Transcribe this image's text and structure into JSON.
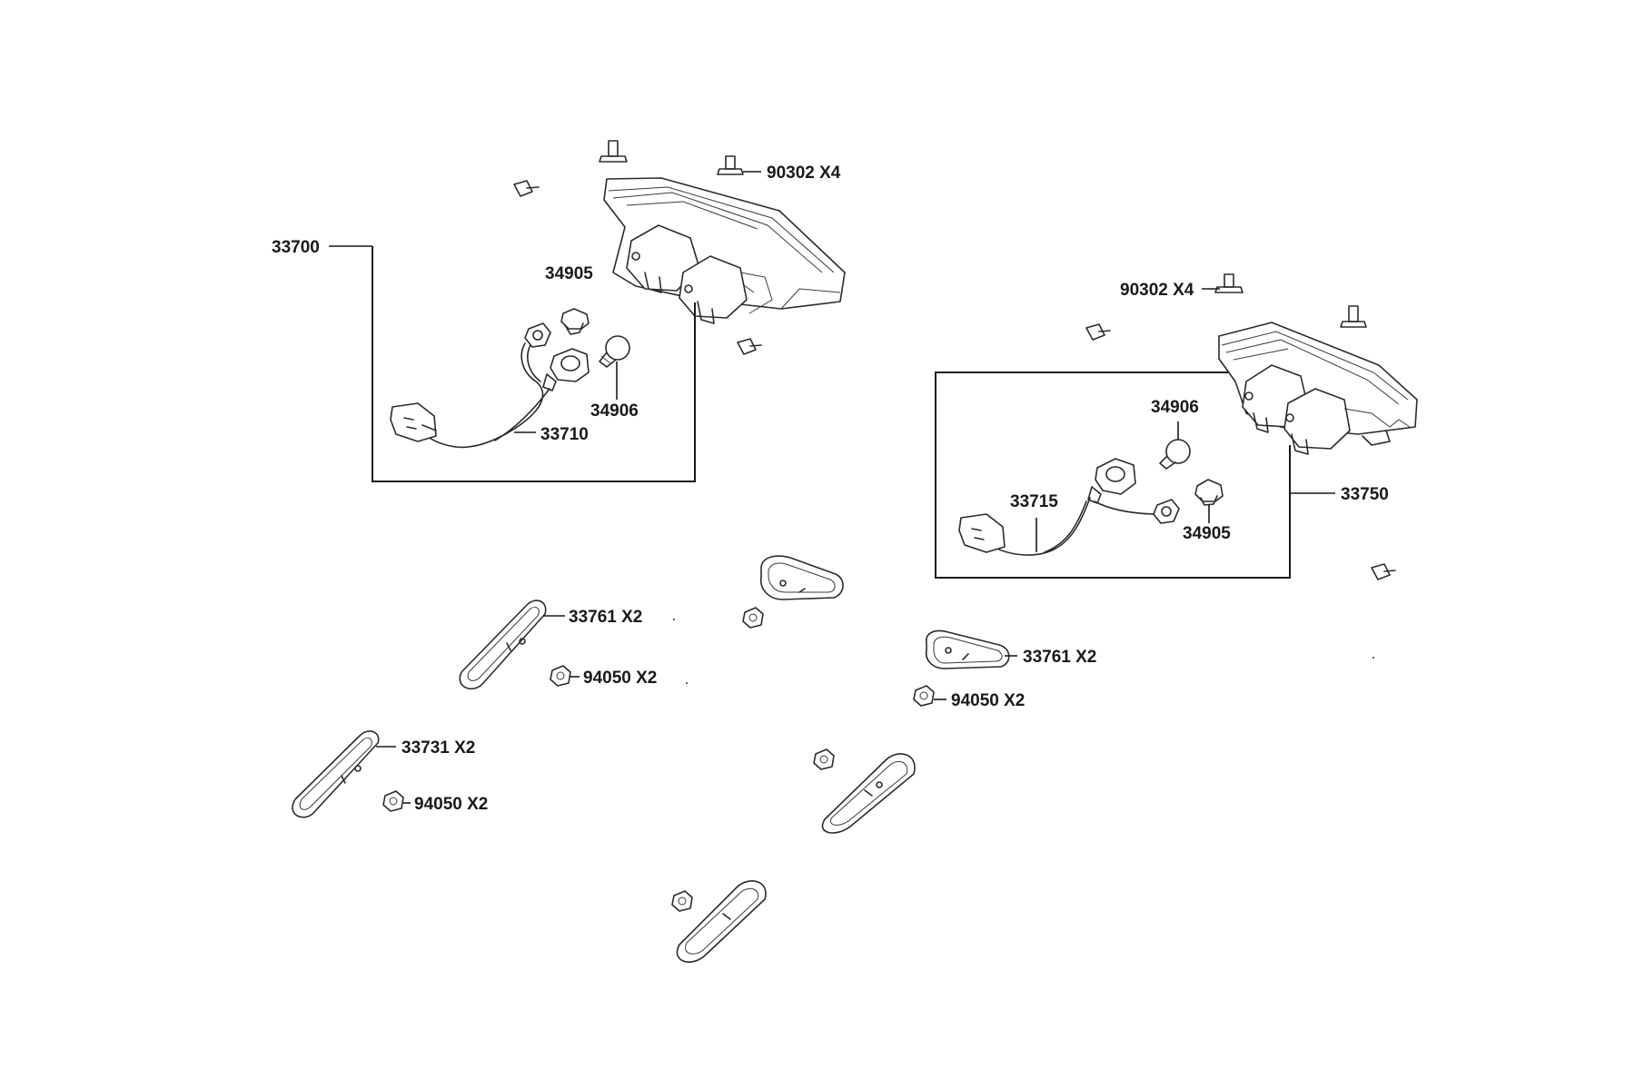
{
  "labels": {
    "tail_lamp_left_assy": "33700",
    "bulb_small_left": "34905",
    "bulb_large_left": "34906",
    "harness_left": "33710",
    "screw_left": "90302 X4",
    "screw_right": "90302 X4",
    "bulb_large_right": "34906",
    "harness_right": "33715",
    "bulb_small_right": "34905",
    "tail_lamp_right_assy": "33750",
    "reflector_upper_left": "33761 X2",
    "nut_upper_left": "94050  X2",
    "reflector_right": "33761 X2",
    "nut_right": "94050  X2",
    "reflector_lower_left": "33731 X2",
    "nut_lower_left": "94050 X2"
  },
  "icons": {
    "screw": "screw-icon",
    "nut": "nut-icon",
    "bulb": "bulb-icon",
    "socket": "socket-icon",
    "connector": "connector-icon",
    "reflector": "reflector-icon",
    "lamp_housing": "tail-lamp-icon"
  },
  "colors": {
    "line": "#2b2b2b",
    "text": "#1a1a1a",
    "background": "#ffffff"
  }
}
